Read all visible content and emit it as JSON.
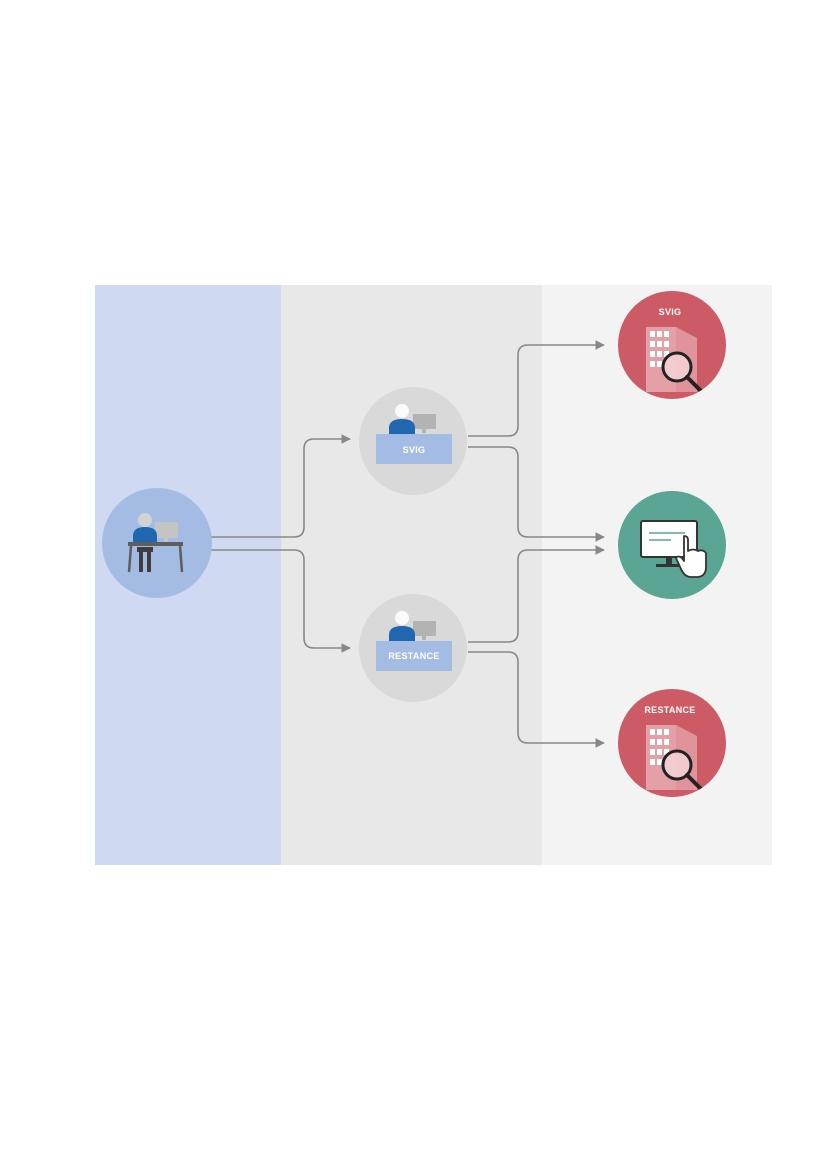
{
  "colors": {
    "column_user": "#cfd9f1",
    "column_middle": "#e8e8e8",
    "column_right": "#f3f3f3",
    "user_circle": "#a4bce4",
    "office_circle": "#d9d9d9",
    "office_desk": "#a4bce4",
    "building_circle": "#cd5b66",
    "screen_circle": "#5aa594",
    "person": "#1f68b1",
    "person_head": "#d3d3d3",
    "monitor": "#b3b3b3",
    "arrow": "#888888"
  },
  "nodes": {
    "user": {
      "icon": "person-at-desk-icon"
    },
    "office_svig": {
      "label": "SVIG",
      "icon": "person-at-desk-icon"
    },
    "office_restance": {
      "label": "RESTANCE",
      "icon": "person-at-desk-icon"
    },
    "building_svig": {
      "label": "SVIG",
      "icon": "building-search-icon"
    },
    "screen": {
      "icon": "screen-touch-icon"
    },
    "building_restance": {
      "label": "RESTANCE",
      "icon": "building-search-icon"
    }
  }
}
